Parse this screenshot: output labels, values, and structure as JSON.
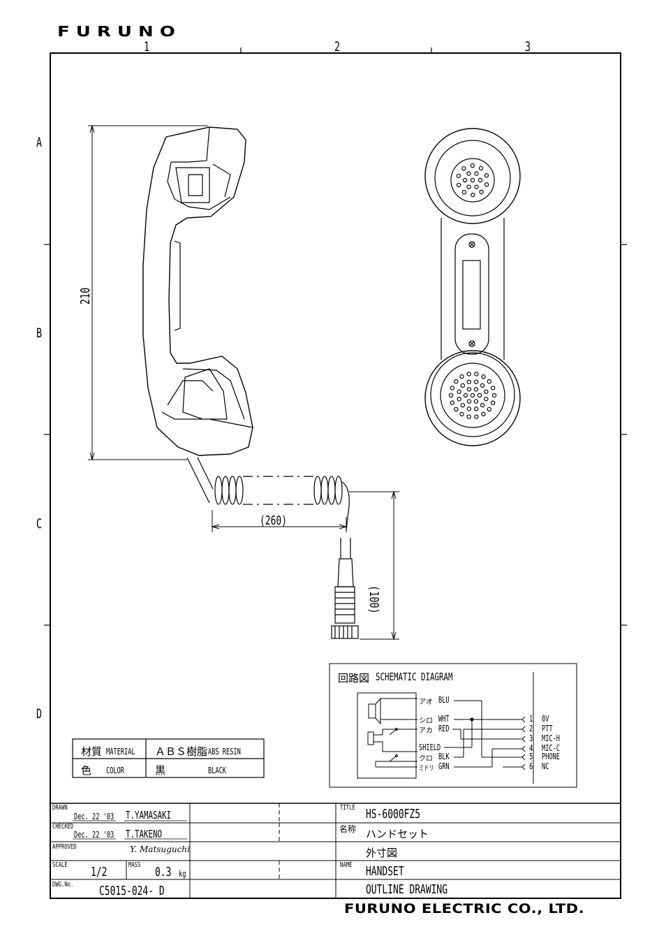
{
  "header": {
    "logo": "FURUNO"
  },
  "zones": {
    "cols": [
      "1",
      "2",
      "3"
    ],
    "rows": [
      "A",
      "B",
      "C",
      "D"
    ]
  },
  "dimensions": {
    "height": "210",
    "cord_length": "(260)",
    "plug_length": "(100)"
  },
  "material_table": {
    "row1_label_jp": "材質",
    "row1_label_en": "MATERIAL",
    "row1_value_jp": "ＡＢＳ樹脂",
    "row1_value_en": "ABS RESIN",
    "row2_label_jp": "色",
    "row2_label_en": "COLOR",
    "row2_value_jp": "黒",
    "row2_value_en": "BLACK"
  },
  "schematic": {
    "title_jp": "回路図",
    "title_en": "SCHEMATIC DIAGRAM",
    "wires": [
      {
        "jp": "アオ",
        "en": "BLU"
      },
      {
        "jp": "シロ",
        "en": "WHT"
      },
      {
        "jp": "アカ",
        "en": "RED"
      },
      {
        "jp": "",
        "en": "SHIELD"
      },
      {
        "jp": "クロ",
        "en": "BLK"
      },
      {
        "jp": "ミドリ",
        "en": "GRN"
      }
    ],
    "pins": [
      "1",
      "2",
      "3",
      "4",
      "5",
      "6"
    ],
    "pin_names": [
      "0V",
      "PTT",
      "MIC-H",
      "MIC-C",
      "PHONE",
      "NC"
    ]
  },
  "title_block": {
    "drawn_label": "DRAWN",
    "drawn_date": "Dec. 22 '03",
    "drawn_by": "T.YAMASAKI",
    "checked_label": "CHECKED",
    "checked_date": "Dec. 22 '03",
    "checked_by": "T.TAKENO",
    "approved_label": "APPROVED",
    "approved_by": "Y. Matsuguchi",
    "scale_label": "SCALE",
    "scale": "1/2",
    "mass_label": "MASS",
    "mass": "0.3",
    "mass_unit": "kg",
    "dwg_label": "DWG.No.",
    "dwg_no": "C5015-024- D",
    "title_label": "TITLE",
    "title": "HS-6000FZ5",
    "name_jp_label": "名称",
    "name_jp": "ハンドセット",
    "drawing_jp": "外寸図",
    "name_label": "NAME",
    "name": "HANDSET",
    "drawing": "OUTLINE DRAWING"
  },
  "footer": {
    "company": "FURUNO ELECTRIC CO., LTD."
  }
}
